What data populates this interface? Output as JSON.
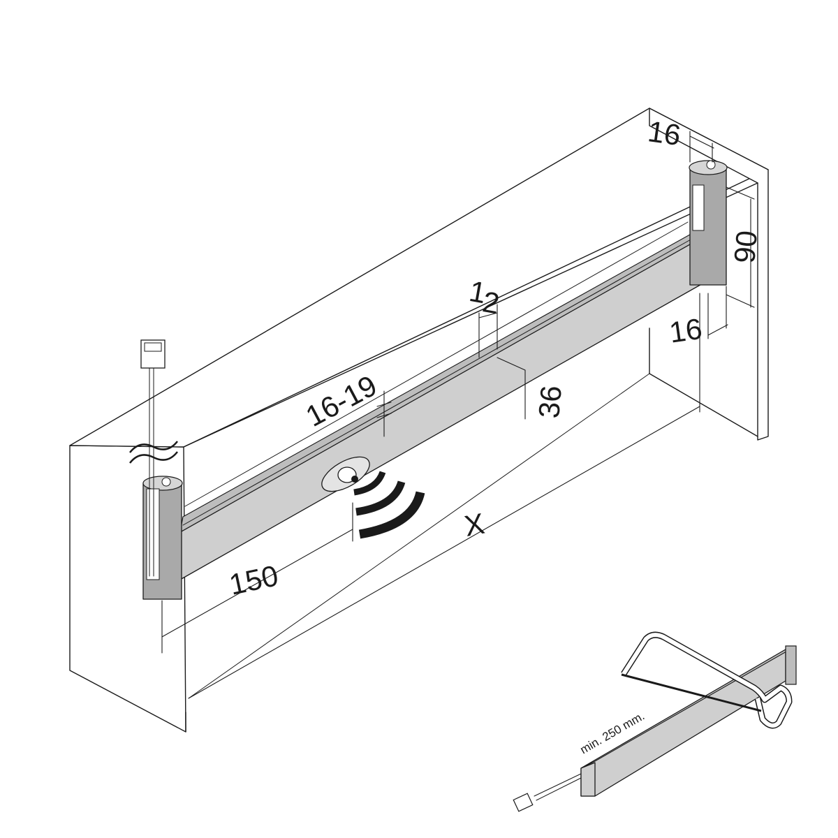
{
  "dimensions": {
    "top_depth": "16",
    "post_height": "90",
    "post_width": "16",
    "bar_gap": "1",
    "bar_gap_2": "2",
    "rail_top_range": "16-19",
    "rail_height": "36",
    "span": "X",
    "sensor_offset": "150"
  },
  "inset": {
    "cut_note": "min. 250 mm."
  }
}
